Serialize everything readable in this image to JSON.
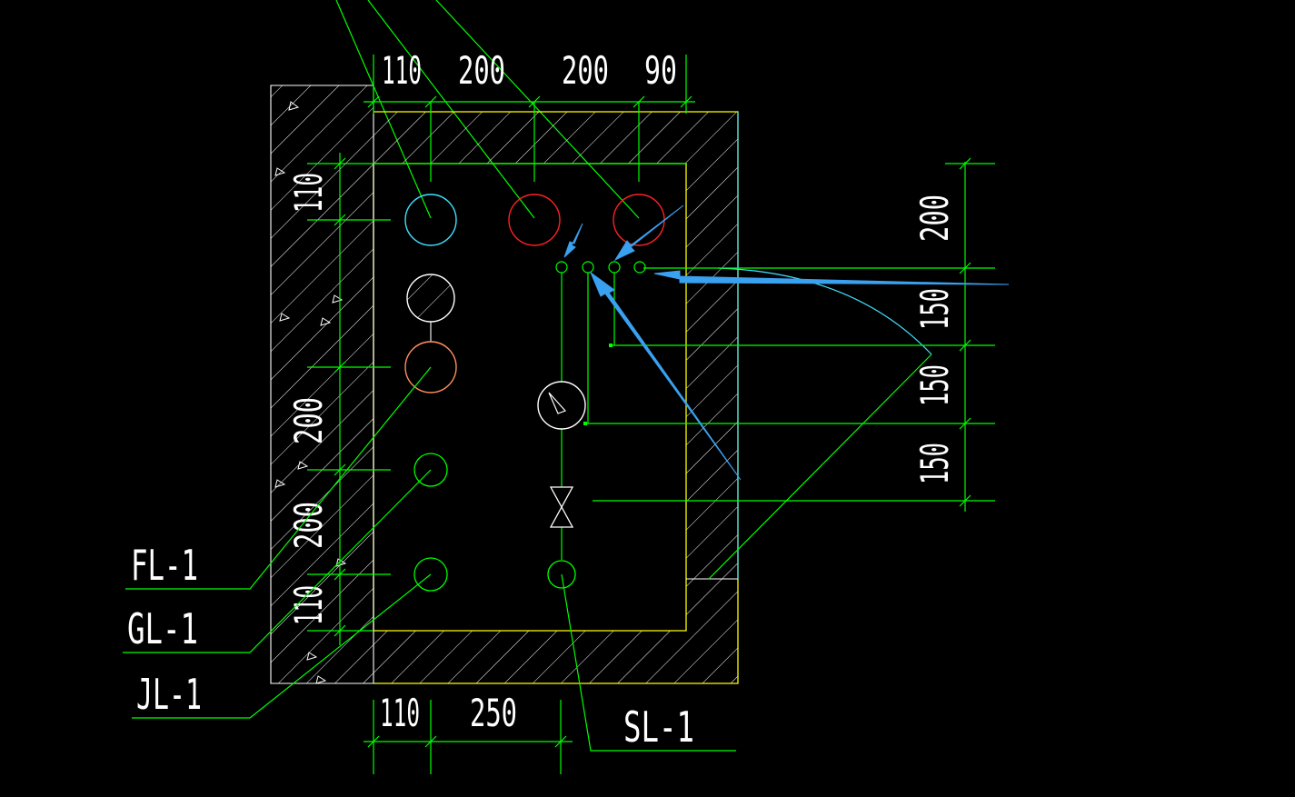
{
  "colors": {
    "background": "#000000",
    "dimension_line": "#00ff00",
    "wall_outline": "#ffff00",
    "hatch": "#ffffff",
    "pipe_red": "#ff2020",
    "pipe_cyan": "#40e0ff",
    "pipe_orange": "#ff9060",
    "pipe_green": "#00ff00",
    "arrow_annotation": "#3aa0f0"
  },
  "dimensions": {
    "top": [
      "110",
      "200",
      "200",
      "90"
    ],
    "left": [
      "110",
      "200",
      "200",
      "110"
    ],
    "bottom": [
      "110",
      "250"
    ],
    "right": [
      "200",
      "150",
      "150",
      "150"
    ]
  },
  "pipe_labels": {
    "fl": "FL-1",
    "gl": "GL-1",
    "jl": "JL-1",
    "sl": "SL-1"
  },
  "icons": {
    "gauge": "pressure-gauge-icon",
    "valve": "gate-valve-icon",
    "arrow": "annotation-arrow-icon"
  }
}
